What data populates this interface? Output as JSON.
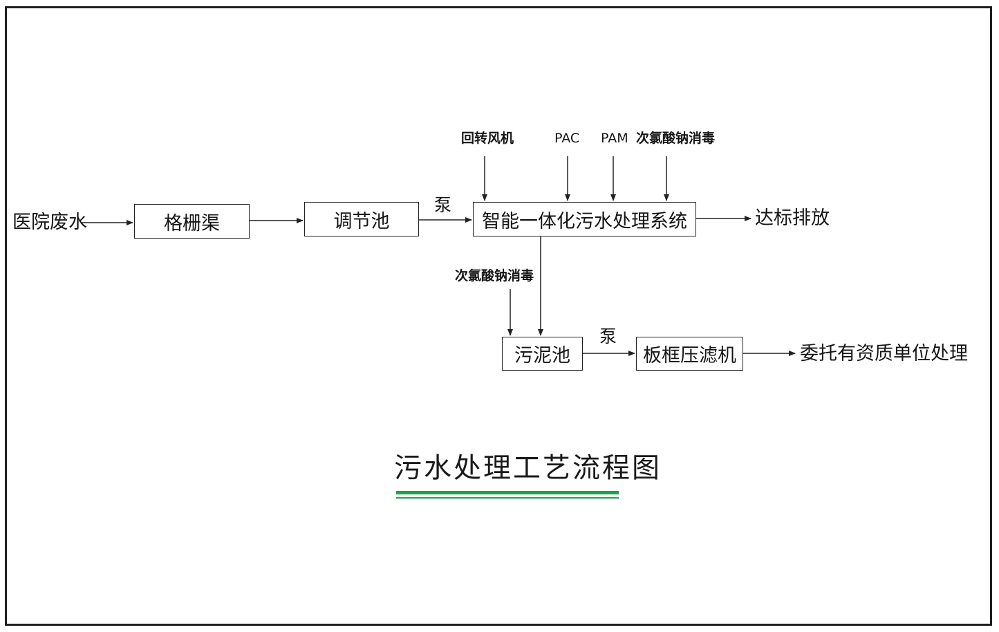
{
  "diagram": {
    "title": "污水处理工艺流程图",
    "nodes": {
      "source": "医院废水",
      "screen": "格栅渠",
      "equalization": "调节池",
      "treatment": "智能一体化污水处理系统",
      "discharge": "达标排放",
      "sludge_tank": "污泥池",
      "filter_press": "板框压滤机",
      "disposal": "委托有资质单位处理"
    },
    "inputs": {
      "blower": "回转风机",
      "pac": "PAC",
      "pam": "PAM",
      "disinfect_main": "次氯酸钠消毒",
      "disinfect_sludge": "次氯酸钠消毒"
    },
    "edge_labels": {
      "pump_1": "泵",
      "pump_2": "泵"
    },
    "colors": {
      "line": "#222222",
      "title_underline": "#1aa34a"
    }
  }
}
